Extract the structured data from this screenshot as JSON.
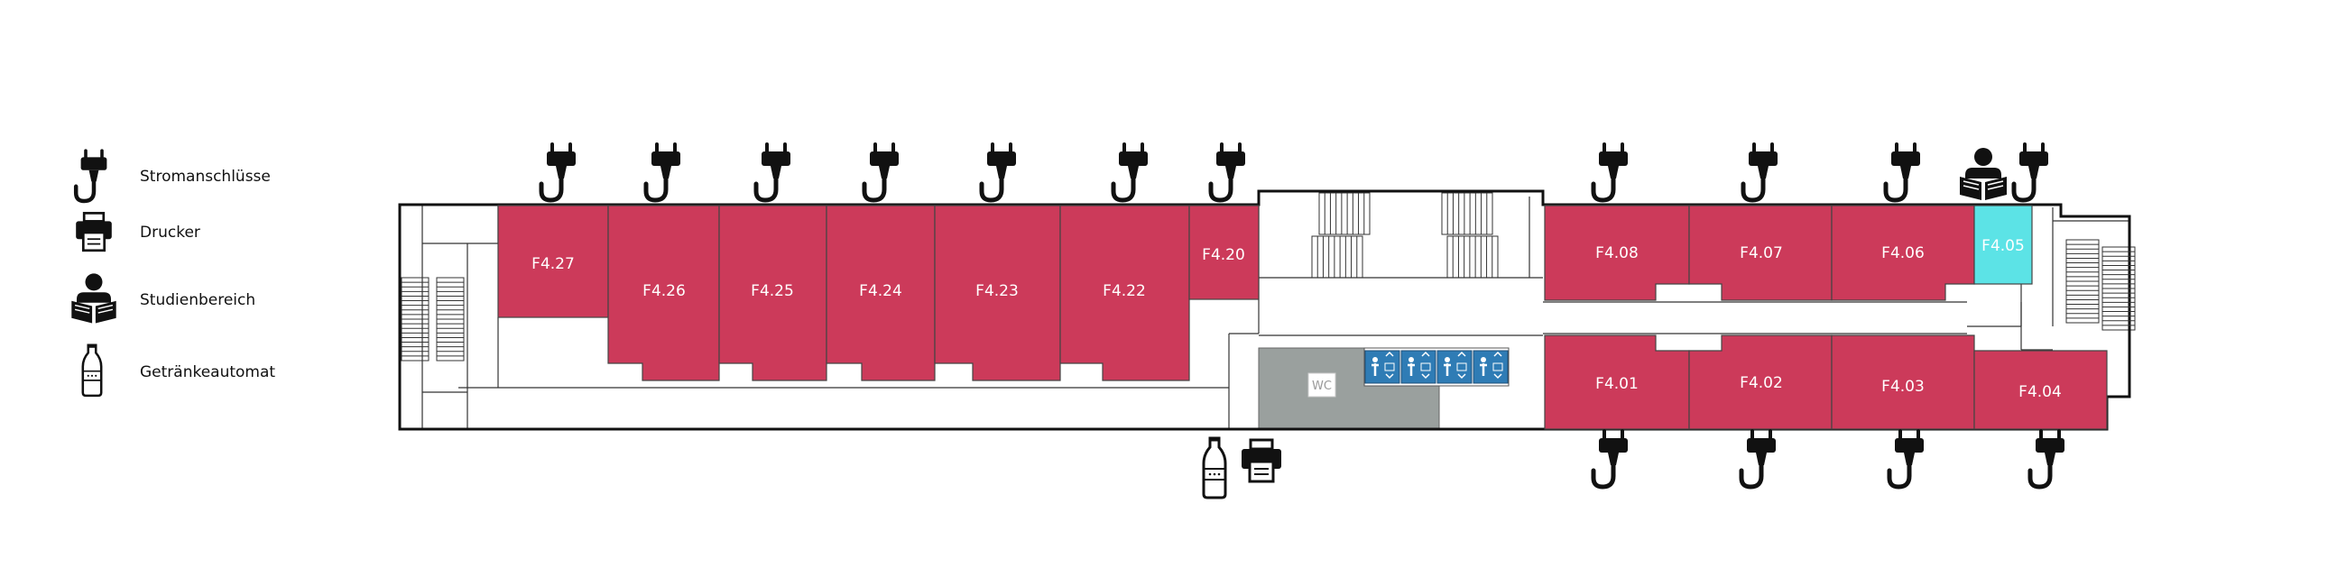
{
  "legend": {
    "power": "Stromanschlüsse",
    "printer": "Drucker",
    "study": "Studienbereich",
    "vending": "Getränkeautomat"
  },
  "rooms": {
    "f427": "F4.27",
    "f426": "F4.26",
    "f425": "F4.25",
    "f424": "F4.24",
    "f423": "F4.23",
    "f422": "F4.22",
    "f420": "F4.20",
    "f408": "F4.08",
    "f407": "F4.07",
    "f406": "F4.06",
    "f405": "F4.05",
    "f401": "F4.01",
    "f402": "F4.02",
    "f403": "F4.03",
    "f404": "F4.04"
  },
  "wc_label": "WC",
  "icons": {
    "power": "power-plug-icon",
    "printer": "printer-icon",
    "study": "reading-person-icon",
    "vending": "bottle-icon",
    "elevator": "elevator-icon"
  },
  "colors": {
    "room": "#cc3a5a",
    "highlight": "#5ce3e6",
    "wc": "#9aa09e",
    "elevator": "#2f7cb5"
  }
}
